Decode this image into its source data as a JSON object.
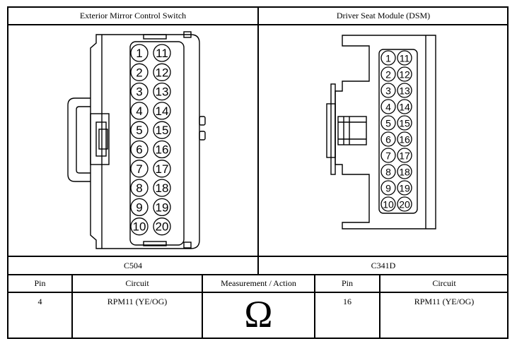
{
  "connectors": [
    {
      "title": "Exterior Mirror Control Switch",
      "id": "C504",
      "pins": [
        "1",
        "2",
        "3",
        "4",
        "5",
        "6",
        "7",
        "8",
        "9",
        "10",
        "11",
        "12",
        "13",
        "14",
        "15",
        "16",
        "17",
        "18",
        "19",
        "20"
      ]
    },
    {
      "title": "Driver Seat Module (DSM)",
      "id": "C341D",
      "pins": [
        "1",
        "2",
        "3",
        "4",
        "5",
        "6",
        "7",
        "8",
        "9",
        "10",
        "11",
        "12",
        "13",
        "14",
        "15",
        "16",
        "17",
        "18",
        "19",
        "20"
      ]
    }
  ],
  "table": {
    "headers": [
      "Pin",
      "Circuit",
      "Measurement / Action",
      "Pin",
      "Circuit"
    ],
    "row": {
      "pin_a": "4",
      "circuit_a": "RPM11 (YE/OG)",
      "symbol": "Ω",
      "pin_b": "16",
      "circuit_b": "RPM11 (YE/OG)"
    }
  }
}
